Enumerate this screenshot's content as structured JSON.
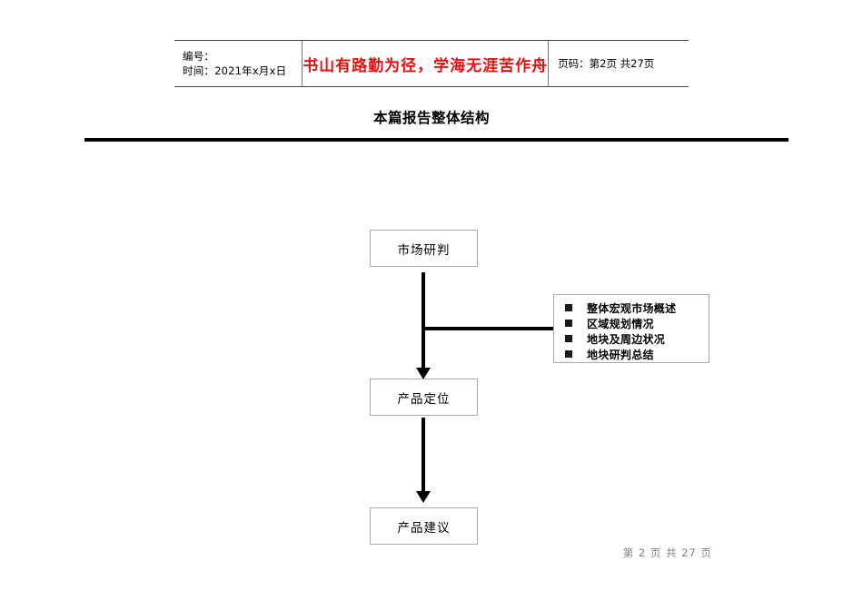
{
  "header": {
    "left_cell": {
      "line1": "编号：",
      "line2": "时间：2021年x月x日"
    },
    "motto": "书山有路勤为径，学海无涯苦作舟",
    "motto_color": "#e8100f",
    "right_cell": {
      "pager": "页码：第2页 共27页"
    }
  },
  "slide": {
    "title": "本篇报告整体结构"
  },
  "diagram": {
    "boxes": [
      {
        "id": "market",
        "label": "市场研判"
      },
      {
        "id": "position",
        "label": "产品定位"
      },
      {
        "id": "proposal",
        "label": "产品建议"
      }
    ],
    "bullet_panel": {
      "items": [
        "整体宏观市场概述",
        "区域规划情况",
        "地块及周边状况",
        "地块研判总结"
      ]
    }
  },
  "footer": {
    "pager": "第 2 页 共 27 页"
  }
}
